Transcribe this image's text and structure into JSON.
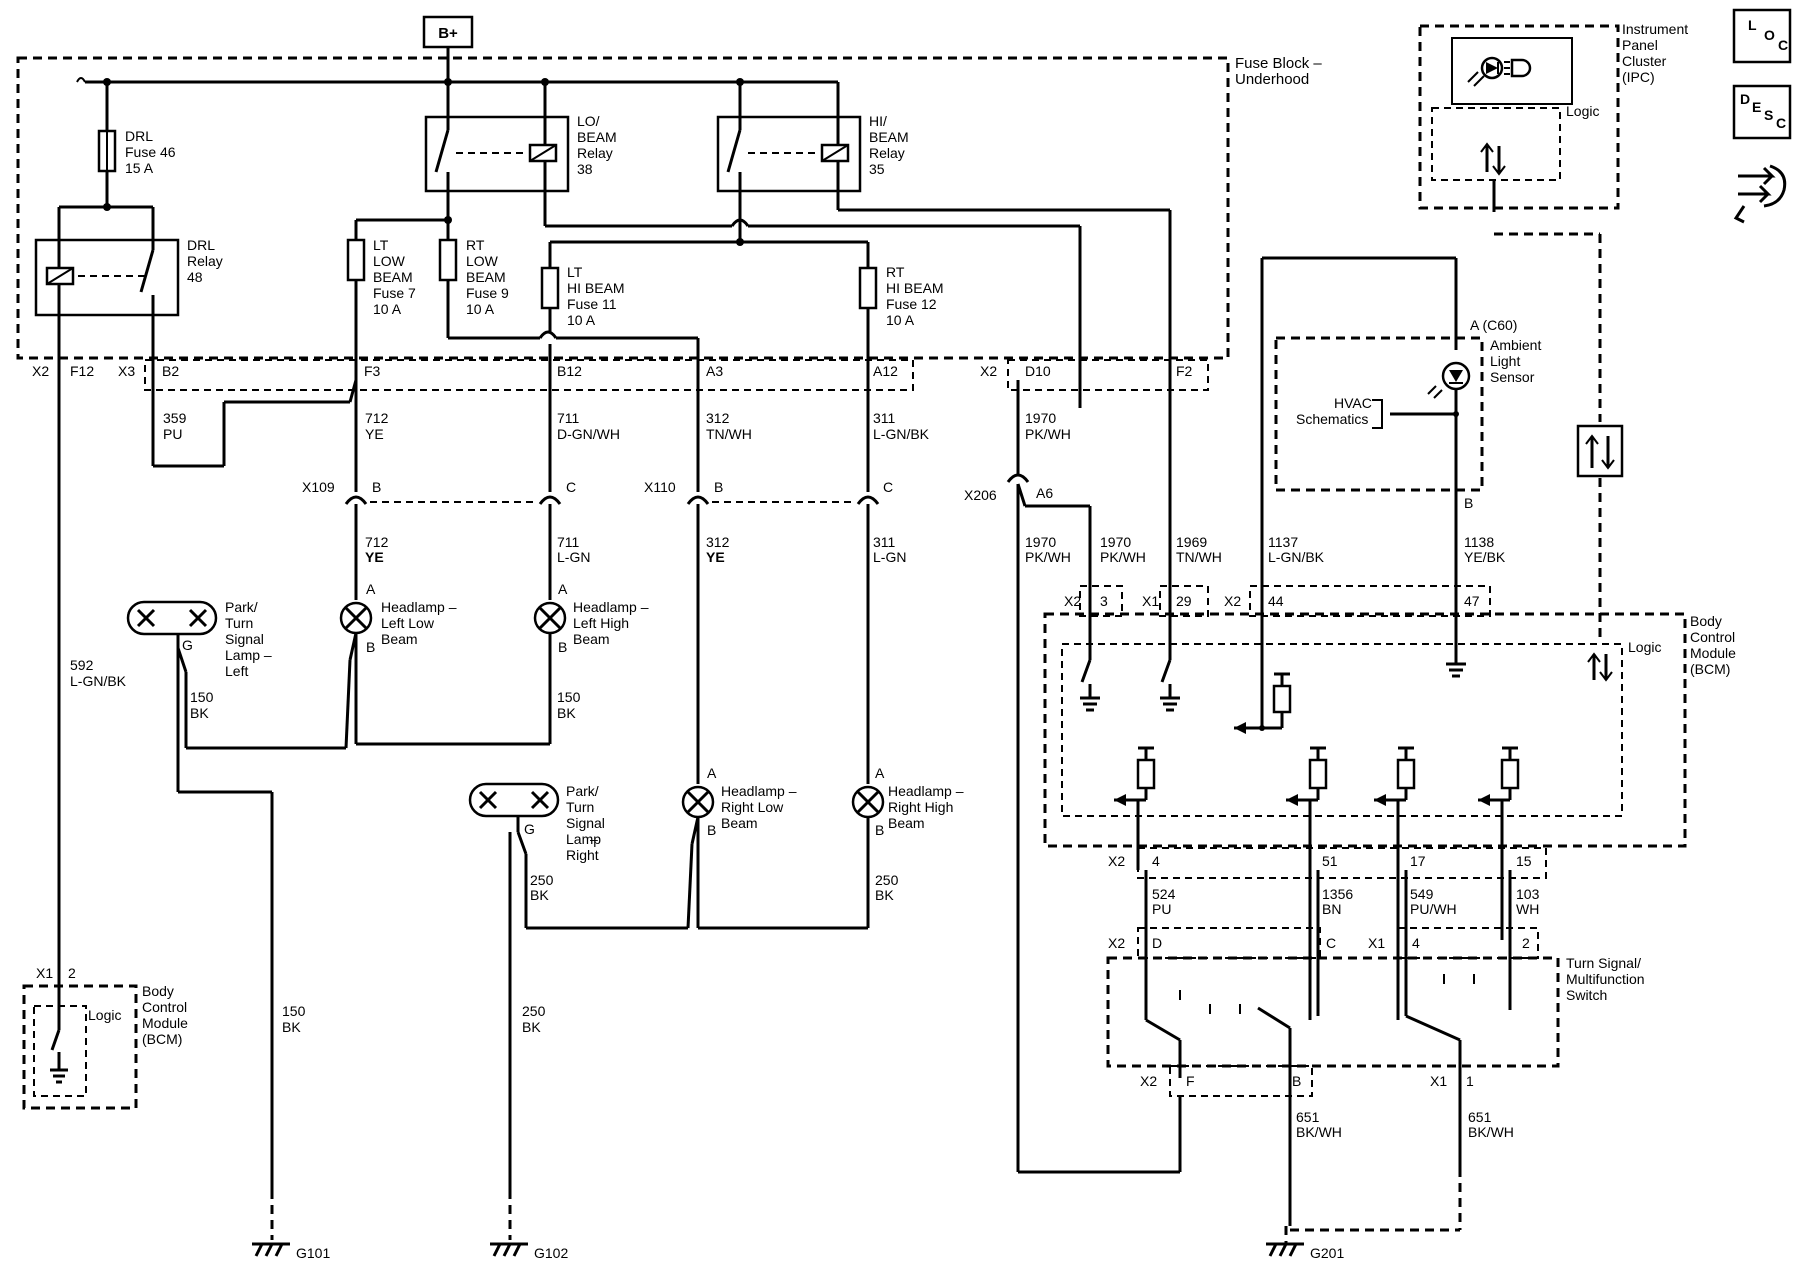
{
  "battery": "B+",
  "fuse_block": {
    "line1": "Fuse Block –",
    "line2": "Underhood"
  },
  "drl_fuse": [
    "DRL",
    "Fuse 46",
    "15 A"
  ],
  "drl_relay": [
    "DRL",
    "Relay",
    "48"
  ],
  "lo_relay": [
    "LO/",
    "BEAM",
    "Relay",
    "38"
  ],
  "hi_relay": [
    "HI/",
    "BEAM",
    "Relay",
    "35"
  ],
  "lt_low_fuse": [
    "LT",
    "LOW",
    "BEAM",
    "Fuse 7",
    "10 A"
  ],
  "rt_low_fuse": [
    "RT",
    "LOW",
    "BEAM",
    "Fuse 9",
    "10 A"
  ],
  "lt_hi_fuse": [
    "LT",
    "HI BEAM",
    "Fuse 11",
    "10 A"
  ],
  "rt_hi_fuse": [
    "RT",
    "HI BEAM",
    "Fuse 12",
    "10 A"
  ],
  "fb_pins": [
    "X2",
    "F12",
    "X3",
    "B2",
    "F3",
    "B12",
    "A3",
    "A12",
    "X2",
    "D10",
    "F2"
  ],
  "wires_upper": [
    [
      "359",
      "PU"
    ],
    [
      "712",
      "YE"
    ],
    [
      "711",
      "D-GN/WH"
    ],
    [
      "312",
      "TN/WH"
    ],
    [
      "311",
      "L-GN/BK"
    ],
    [
      "1970",
      "PK/WH"
    ]
  ],
  "conn_x109": [
    "X109",
    "B",
    "C"
  ],
  "conn_x110": [
    "X110",
    "B",
    "C"
  ],
  "conn_x206": [
    "X206",
    "A6"
  ],
  "wires_mid": [
    [
      "712",
      "YE"
    ],
    [
      "711",
      "L-GN"
    ],
    [
      "312",
      "YE"
    ],
    [
      "311",
      "L-GN"
    ],
    [
      "1970",
      "PK/WH"
    ],
    [
      "1970",
      "PK/WH"
    ],
    [
      "1969",
      "TN/WH"
    ],
    [
      "1137",
      "L-GN/BK"
    ],
    [
      "1138",
      "YE/BK"
    ]
  ],
  "wire_592": [
    "592",
    "L-GN/BK"
  ],
  "lamps": {
    "park_left": [
      "Park/",
      "Turn",
      "Signal",
      "Lamp –",
      "Left"
    ],
    "park_right": [
      "Park/",
      "Turn",
      "Signal",
      "Lamp",
      "–",
      "Right"
    ],
    "hl_left_low": [
      "Headlamp –",
      "Left Low",
      "Beam"
    ],
    "hl_left_high": [
      "Headlamp –",
      "Left High",
      "Beam"
    ],
    "hl_right_low": [
      "Headlamp –",
      "Right Low",
      "Beam"
    ],
    "hl_right_high": [
      "Headlamp –",
      "Right High",
      "Beam"
    ]
  },
  "pin_a": "A",
  "pin_b": "B",
  "pin_g": "G",
  "ground_wires": [
    [
      "150",
      "BK"
    ],
    [
      "150",
      "BK"
    ],
    [
      "250",
      "BK"
    ],
    [
      "250",
      "BK"
    ],
    [
      "150",
      "BK"
    ],
    [
      "250",
      "BK"
    ]
  ],
  "bcm_left": {
    "pins": [
      "X1",
      "2"
    ],
    "logic": "Logic",
    "title": [
      "Body",
      "Control",
      "Module",
      "(BCM)"
    ]
  },
  "bcm_right": {
    "pins": [
      "X2",
      "3",
      "X1",
      "29",
      "X2",
      "44",
      "47"
    ],
    "logic": "Logic",
    "title": [
      "Body",
      "Control",
      "Module",
      "(BCM)"
    ]
  },
  "ipc": {
    "title": [
      "Instrument",
      "Panel",
      "Cluster",
      "(IPC)"
    ],
    "logic": "Logic"
  },
  "ambient": {
    "pin": "A (C60)",
    "title": [
      "Ambient",
      "Light",
      "Sensor"
    ],
    "hvac": [
      "HVAC",
      "Schematics"
    ],
    "pin_b": "B"
  },
  "bcm_out_pins": [
    "X2",
    "4",
    "51",
    "17",
    "15"
  ],
  "wires_lower": [
    [
      "524",
      "PU"
    ],
    [
      "1356",
      "BN"
    ],
    [
      "549",
      "PU/WH"
    ],
    [
      "103",
      "WH"
    ]
  ],
  "tss": {
    "pins_top": [
      "X2",
      "D",
      "C",
      "X1",
      "4",
      "2"
    ],
    "title": [
      "Turn Signal/",
      "Multifunction",
      "Switch"
    ],
    "pins_bottom": [
      "X2",
      "F",
      "B",
      "X1",
      "1"
    ]
  },
  "wires_651": [
    [
      "651",
      "BK/WH"
    ],
    [
      "651",
      "BK/WH"
    ]
  ],
  "grounds": [
    "G101",
    "G102",
    "G201"
  ],
  "nav": {
    "loc": [
      "L",
      "O",
      "C"
    ],
    "desc": [
      "D",
      "E",
      "S",
      "C"
    ]
  }
}
